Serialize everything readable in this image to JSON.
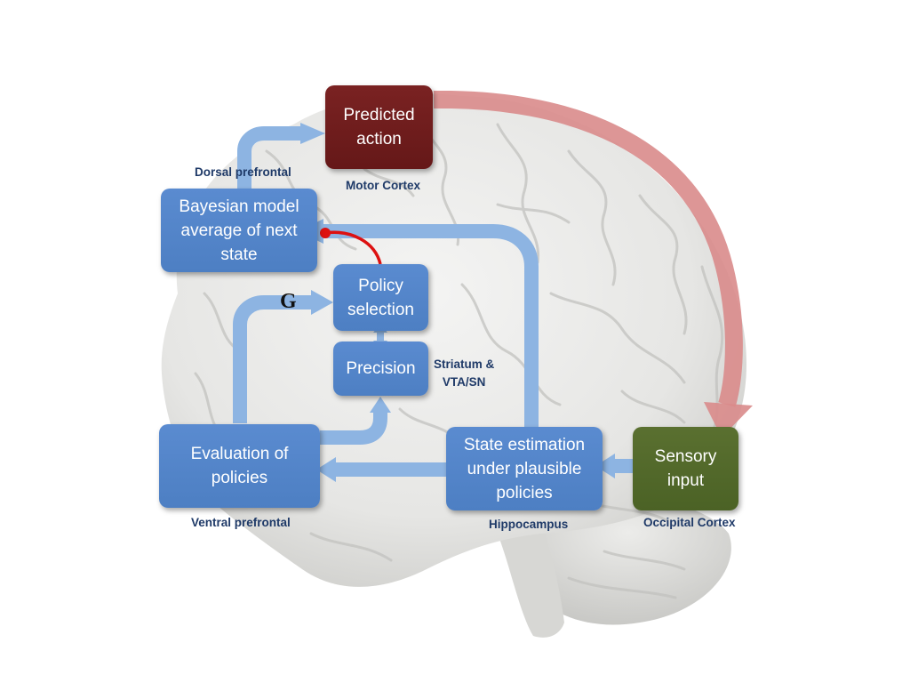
{
  "boxes": {
    "predicted_action": "Predicted\naction",
    "bayesian_model": "Bayesian model\naverage of next\nstate",
    "policy_selection": "Policy\nselection",
    "precision": "Precision",
    "evaluation": "Evaluation of\npolicies",
    "state_estimation": "State estimation\nunder plausible\npolicies",
    "sensory_input": "Sensory\ninput"
  },
  "regions": {
    "dorsal_prefrontal": "Dorsal prefrontal",
    "motor_cortex": "Motor Cortex",
    "striatum": "Striatum  &\nVTA/SN",
    "ventral_prefrontal": "Ventral prefrontal",
    "hippocampus": "Hippocampus",
    "occipital_cortex": "Occipital Cortex"
  },
  "symbols": {
    "g": "G"
  },
  "colors": {
    "box_blue": "#4f81c4",
    "box_red": "#6b1a1a",
    "box_green": "#4e6428",
    "arrow_blue": "#8db4e2",
    "arrow_pink": "#d98b8b",
    "inhibition_red": "#dd1111",
    "label_navy": "#1f3a68"
  }
}
